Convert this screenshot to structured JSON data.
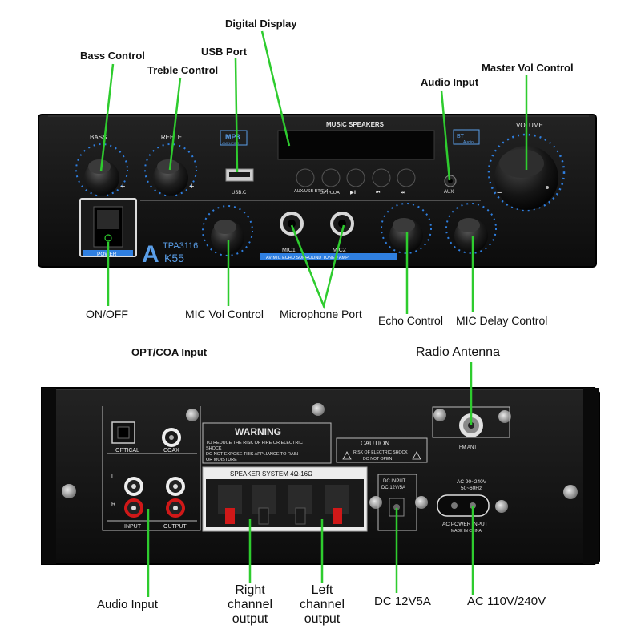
{
  "callouts": {
    "bass_control": "Bass Control",
    "treble_control": "Treble Control",
    "usb_port": "USB Port",
    "digital_display": "Digital Display",
    "audio_input_top": "Audio Input",
    "master_vol_control": "Master Vol Control",
    "on_off": "ON/OFF",
    "mic_vol_control": "MIC Vol Control",
    "microphone_port": "Microphone Port",
    "echo_control": "Echo Control",
    "mic_delay_control": "MIC Delay Control",
    "opt_coa_input": "OPT/COA Input",
    "radio_antenna": "Radio Antenna",
    "audio_input_bottom": "Audio Input",
    "right_channel_output": "Right channel output",
    "left_channel_output": "Left channel output",
    "dc_12v5a": "DC 12V5A",
    "ac_110v_240v": "AC 110V/240V"
  },
  "front_panel": {
    "bass": "BASS",
    "treble": "TREBLE",
    "mp3_badge": "MP3",
    "mp3_sub": "AMPLIFIER",
    "display_title": "MUSIC SPEAKERS",
    "usb_label": "USB.C",
    "aux_usb_btfm": "AUX/USB BT/FM",
    "opt_coa": "OPT/COA",
    "play_pause": "▶‖",
    "prev": "⏮",
    "next": "⏭",
    "aux": "AUX",
    "bt_badge": "BT",
    "bt_sub": "Audio",
    "volume": "VOLUME",
    "power": "POWER",
    "model": "TPA3116",
    "brand_a": "A",
    "brand_k": "K55",
    "mic1": "MIC1",
    "mic2": "MIC2",
    "strip": "AV MIC ECHO SURROUND TUNED AMP",
    "plus": "+",
    "minus": "−"
  },
  "rear_panel": {
    "optical": "OPTICAL",
    "coax": "COAX",
    "l": "L",
    "r": "R",
    "input": "INPUT",
    "output": "OUTPUT",
    "warning_title": "WARNING",
    "warning_text": [
      "TO REDUCE THE RISK OF FIRE OR ELECTRIC",
      "SHOCK",
      "DO NOT EXPOSE THIS APPLIANCE TO RAIN",
      "OR MOISTURE"
    ],
    "caution_title": "CAUTION",
    "caution_text": [
      "RISK OF ELECTRIC SHOCK",
      "DO NOT OPEN"
    ],
    "speaker_system": "SPEAKER SYSTEM 4Ω-16Ω",
    "dc_input": "DC INPUT",
    "dc_rating": "DC 12V/5A",
    "fm_ant": "FM ANT",
    "ac_range": "AC 90~240V",
    "ac_freq": "50~60Hz",
    "ac_power_input": "AC POWER INPUT",
    "made_in": "MADE IN CHINA"
  },
  "colors": {
    "leader": "#2ecc2e",
    "panel": "#141414",
    "knob_ring": "#2f7fe0",
    "jack_red": "#d01818"
  }
}
